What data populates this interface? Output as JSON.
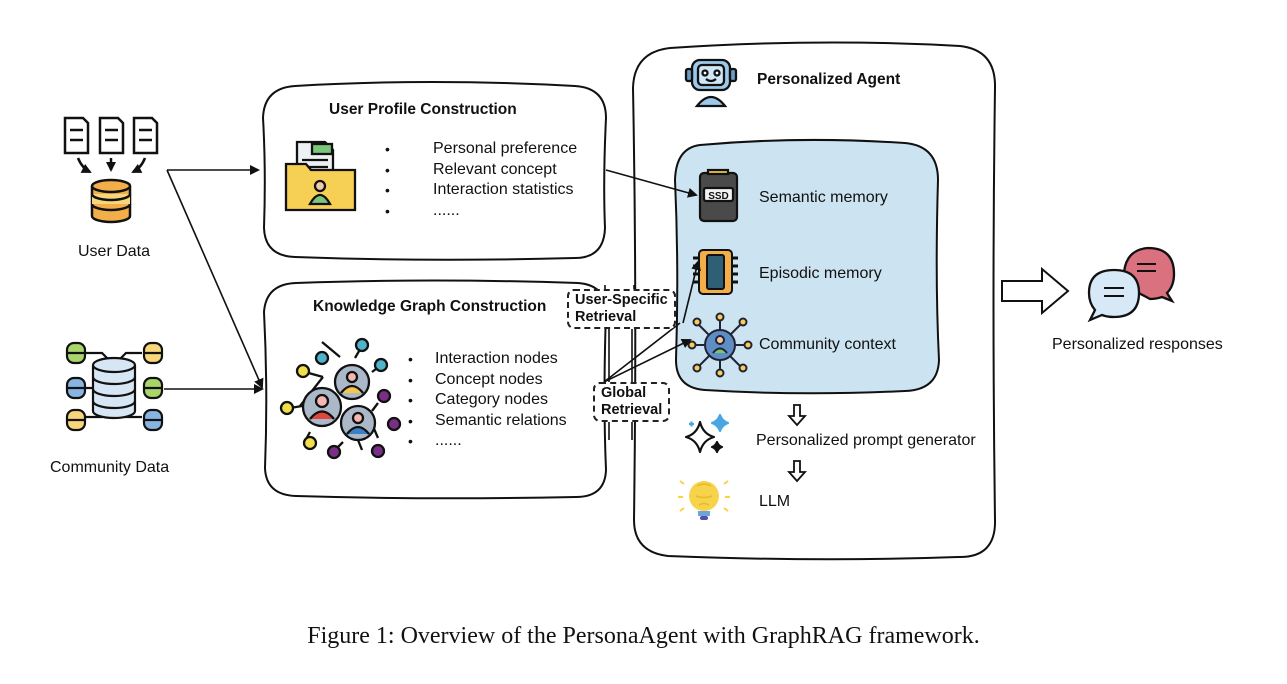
{
  "sources": {
    "user_data": {
      "label": "User Data",
      "icon": "documents-to-database-icon"
    },
    "community_data": {
      "label": "Community Data",
      "icon": "networked-databases-icon"
    }
  },
  "user_profile": {
    "title": "User Profile Construction",
    "icon": "user-profile-folder-icon",
    "items": [
      "Personal preference",
      "Relevant concept",
      "Interaction statistics",
      "......"
    ]
  },
  "knowledge_graph": {
    "title": "Knowledge Graph Construction",
    "icon": "user-network-graph-icon",
    "items": [
      "Interaction nodes",
      "Concept nodes",
      "Category nodes",
      "Semantic relations",
      "......"
    ]
  },
  "retrieval": {
    "user_specific": [
      "User-Specific",
      "Retrieval"
    ],
    "global": [
      "Global",
      "Retrieval"
    ]
  },
  "agent": {
    "title": "Personalized Agent",
    "icon": "robot-ai-icon",
    "memory": [
      {
        "label": "Semantic memory",
        "icon": "ssd-icon"
      },
      {
        "label": "Episodic memory",
        "icon": "ram-chip-icon"
      },
      {
        "label": "Community context",
        "icon": "community-globe-icon"
      }
    ],
    "prompt_generator": {
      "label": "Personalized prompt generator",
      "icon": "sparkles-icon"
    },
    "llm": {
      "label": "LLM",
      "icon": "brain-bulb-icon"
    }
  },
  "output": {
    "label": "Personalized responses",
    "icon": "chat-bubbles-icon"
  },
  "colors": {
    "memory_panel": "#cce3f1",
    "db_orange": "#f2ae48",
    "db_light": "#f7d77a",
    "folder_yellow": "#f6cf55",
    "avatar_green": "#7bc67a",
    "chat_red": "#d9717f",
    "chat_blue": "#d7e9f7",
    "node_yellow": "#f0df4a",
    "node_teal": "#4fb3c9",
    "node_purple": "#7a2f86"
  },
  "caption": "Figure 1: Overview of the PersonaAgent with GraphRAG framework."
}
